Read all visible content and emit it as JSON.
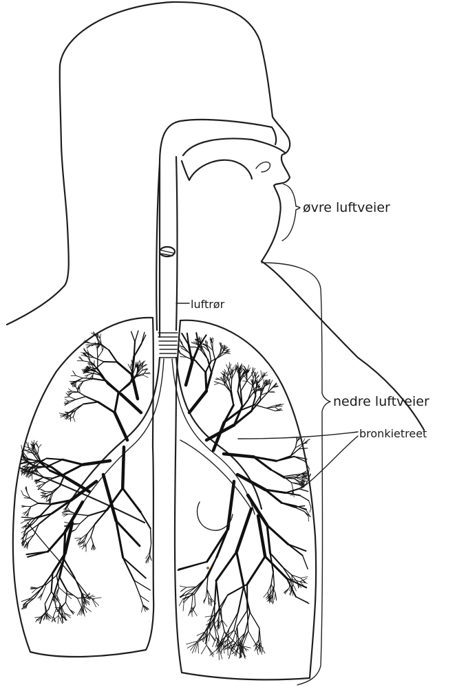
{
  "labels": {
    "upper_airways": "øvre luftveier",
    "trachea": "luftrør",
    "lower_airways": "nedre luftveier",
    "bronchial_tree": "bronkietreet"
  }
}
